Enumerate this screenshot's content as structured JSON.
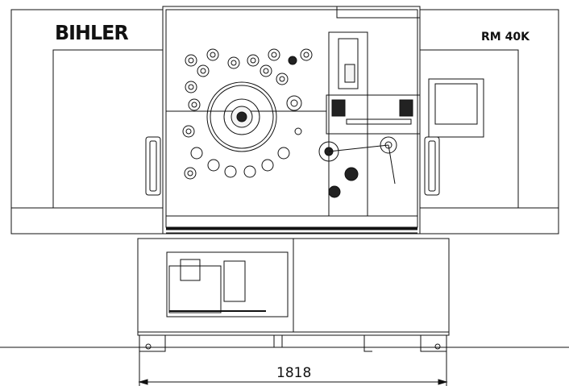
{
  "header": {
    "brand_logo": "BIHLER",
    "model": "RM 40K"
  },
  "dimension": {
    "width_label": "1818"
  },
  "colors": {
    "line": "#111111",
    "fill_light": "#f4f4f4",
    "fill_dark": "#222222",
    "background": "#ffffff"
  }
}
